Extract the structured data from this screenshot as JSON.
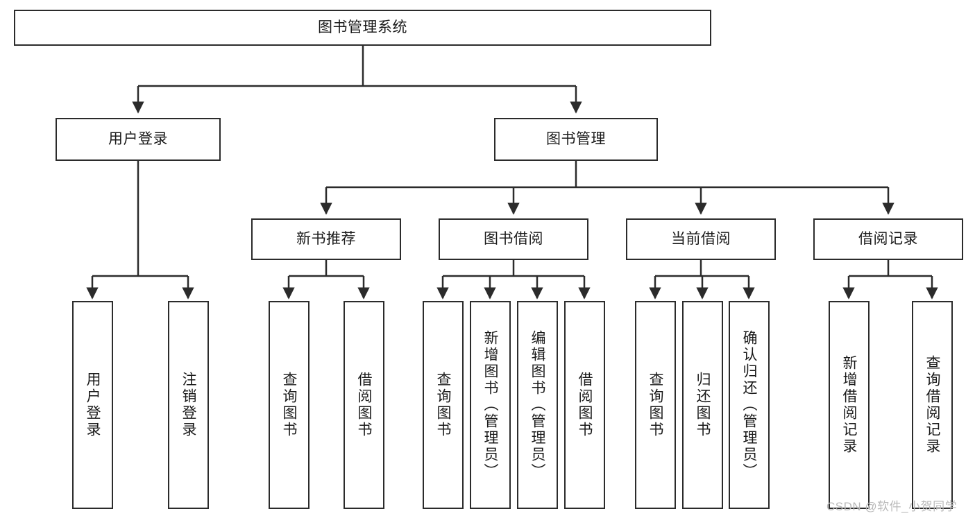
{
  "diagram": {
    "type": "hierarchy-tree",
    "title": "图书管理系统",
    "levels": 4,
    "line_color": "#2b2b2b",
    "box_fill": "#ffffff",
    "text_color": "#1a1a1a"
  },
  "nodes": {
    "root": {
      "label": "图书管理系统"
    },
    "level2": [
      {
        "label": "用户登录"
      },
      {
        "label": "图书管理"
      }
    ],
    "level3": [
      {
        "label": "新书推荐"
      },
      {
        "label": "图书借阅"
      },
      {
        "label": "当前借阅"
      },
      {
        "label": "借阅记录"
      }
    ],
    "leaves": {
      "user_login": [
        {
          "label": "用户登录"
        },
        {
          "label": "注销登录"
        }
      ],
      "new_book_recommend": [
        {
          "label": "查询图书"
        },
        {
          "label": "借阅图书"
        }
      ],
      "book_borrow": [
        {
          "label": "查询图书"
        },
        {
          "label": "新增图书（管理员）"
        },
        {
          "label": "编辑图书（管理员）"
        },
        {
          "label": "借阅图书"
        }
      ],
      "current_borrow": [
        {
          "label": "查询图书"
        },
        {
          "label": "归还图书"
        },
        {
          "label": "确认归还（管理员）"
        }
      ],
      "borrow_record": [
        {
          "label": "新增借阅记录"
        },
        {
          "label": "查询借阅记录"
        }
      ]
    }
  },
  "watermark": {
    "text": "CSDN @软件_小贺同学"
  }
}
